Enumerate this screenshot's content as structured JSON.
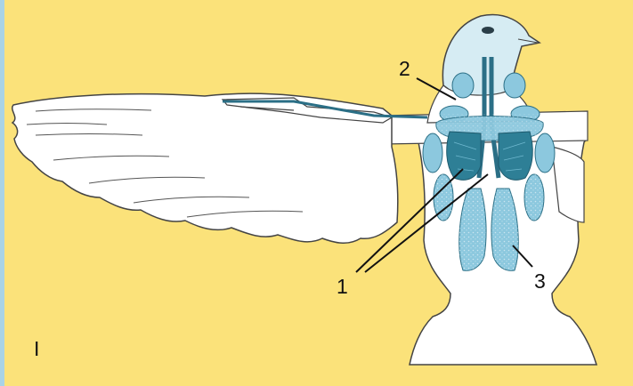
{
  "colors": {
    "background": "#fbe27a",
    "border": "#a9d3e6",
    "body": "#ffffff",
    "outline": "#444444",
    "air_sac": "#8cc8de",
    "lung": "#2e7f96",
    "vessel": "#2b6f86"
  },
  "labels": {
    "one": "1",
    "two": "2",
    "three": "3",
    "panel": "I"
  }
}
